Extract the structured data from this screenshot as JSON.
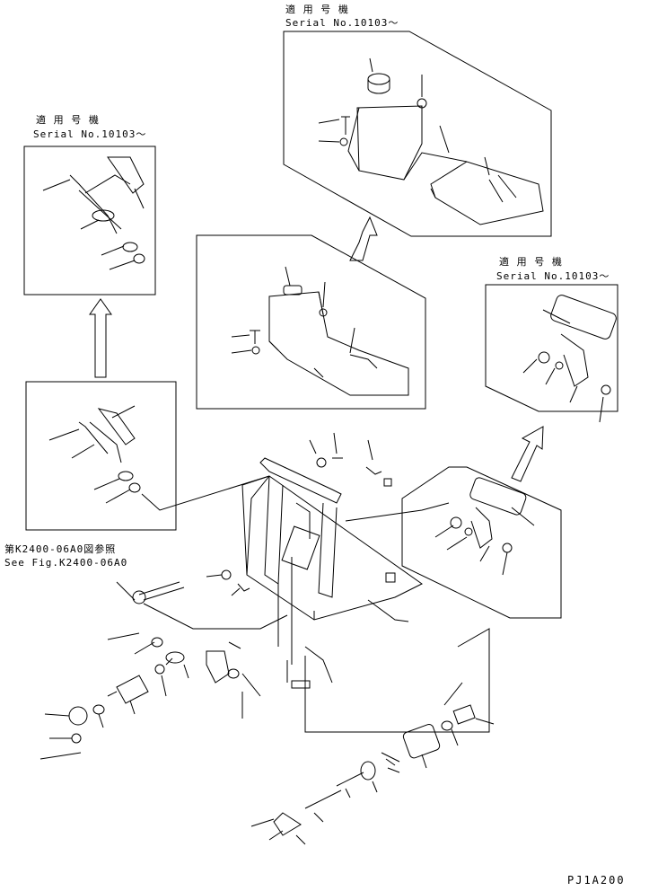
{
  "labels": {
    "applicable_models": "適 用 号 機",
    "serial": "Serial No.10103～",
    "see_fig_jp": "第K2400-06A0図参照",
    "see_fig_en": "See Fig.K2400-06A0",
    "figure_code": "PJ1A200"
  },
  "icons": [
    "arrow-up-icon",
    "pedal-icon",
    "lever-icon",
    "plate-icon"
  ]
}
